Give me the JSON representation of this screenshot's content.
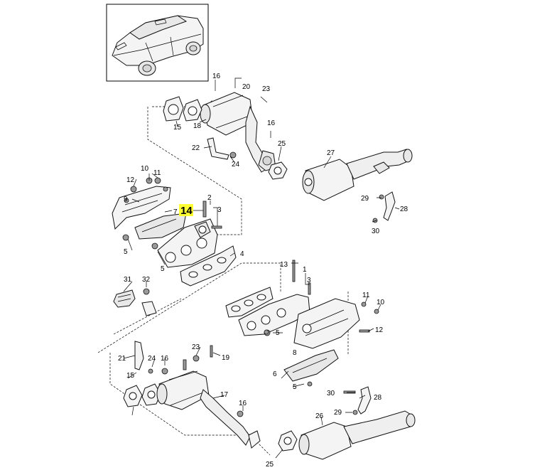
{
  "diagram": {
    "highlight": {
      "label": "14",
      "color": "#ffff33"
    },
    "callouts": [
      "1",
      "2",
      "3",
      "4",
      "5",
      "6",
      "7",
      "8",
      "9",
      "10",
      "11",
      "12",
      "13",
      "15",
      "16",
      "17",
      "18",
      "19",
      "20",
      "21",
      "22",
      "23",
      "24",
      "25",
      "26",
      "27",
      "28",
      "29",
      "30",
      "31",
      "32"
    ]
  }
}
